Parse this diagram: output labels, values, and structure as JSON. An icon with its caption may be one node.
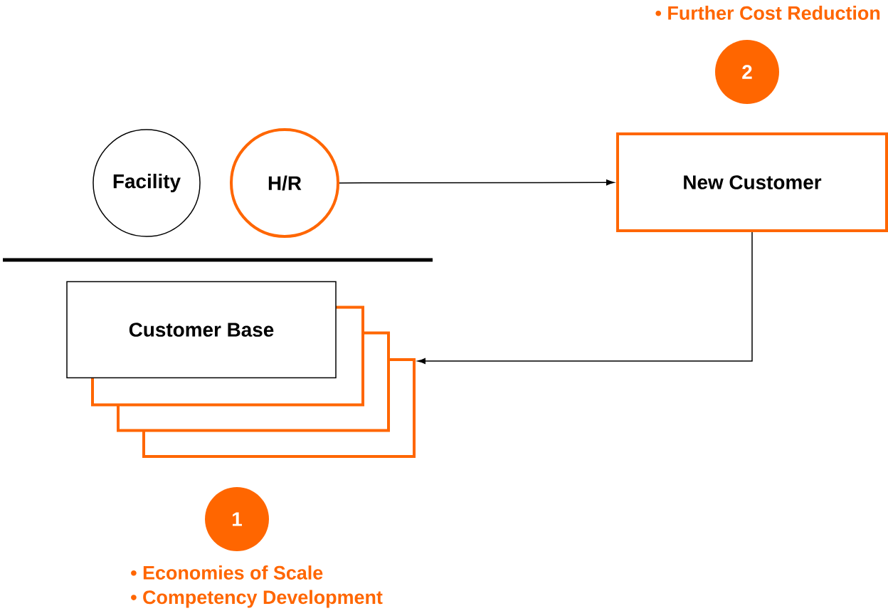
{
  "diagram": {
    "nodes": [
      {
        "text": [
          "Facility"
        ]
      },
      {
        "text": [
          "H/R"
        ]
      },
      {
        "text": [
          "New Customer"
        ]
      },
      {
        "text": [
          "Customer Base"
        ]
      },
      {
        "text": [],
        "shape": "box"
      },
      {
        "text": [],
        "shape": "box"
      },
      {
        "text": [],
        "shape": "box"
      },
      {
        "text": [
          "1"
        ],
        "beside": [
          "• Economies of Scale",
          "• Competency Development"
        ]
      },
      {
        "text": [
          "2"
        ],
        "beside": [
          "• Further Cost Reduction"
        ]
      }
    ],
    "edges": [
      {
        "from": 1,
        "to": 2,
        "arrow": "to"
      },
      {
        "from": 2,
        "to": 6,
        "arrow": "to"
      }
    ]
  }
}
